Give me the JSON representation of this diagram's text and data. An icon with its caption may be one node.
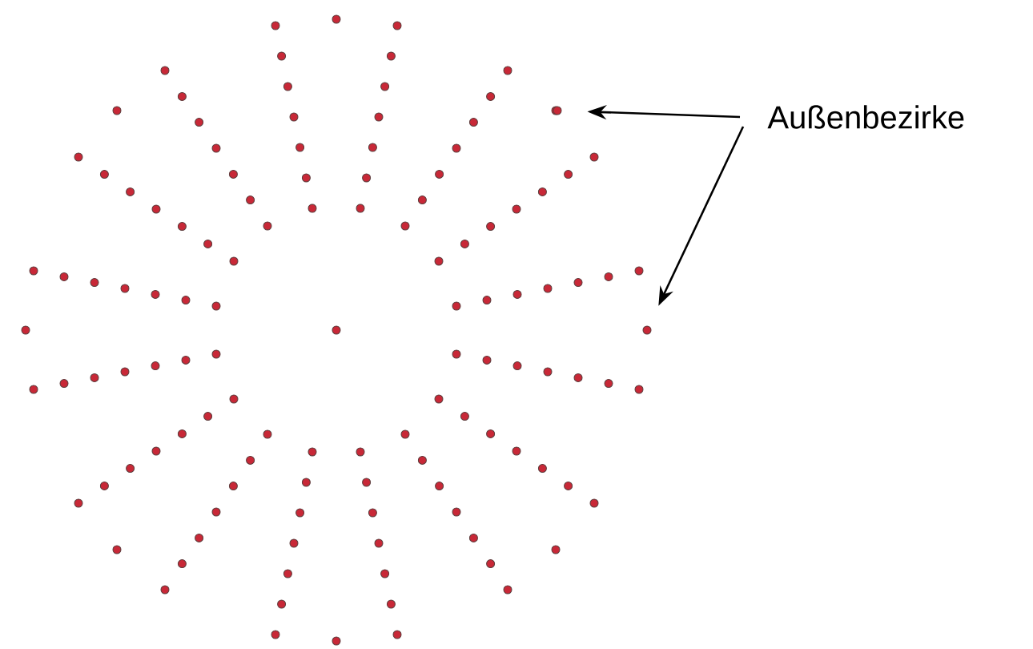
{
  "diagram": {
    "nodes": [
      {
        "text": [
          "Außenbezirke"
        ]
      },
      {
        "text": [],
        "shape": "circle"
      },
      {
        "text": [],
        "shape": "circle"
      }
    ],
    "edges": [
      {
        "from": 0,
        "to": 1,
        "arrow": "to"
      },
      {
        "from": 0,
        "to": 2,
        "arrow": "to"
      }
    ]
  }
}
